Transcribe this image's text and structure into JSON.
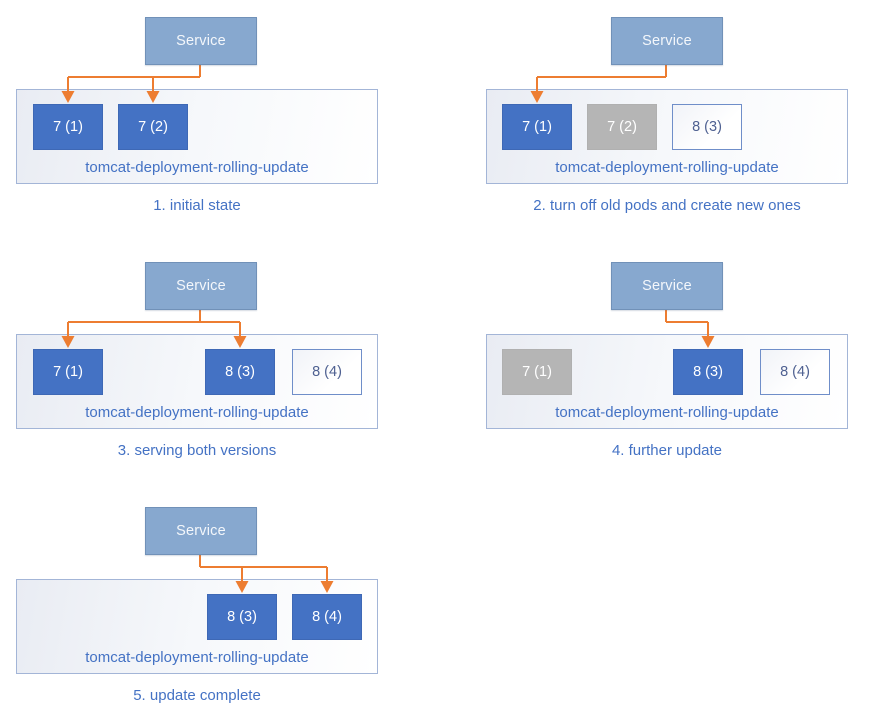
{
  "diagram": {
    "panels": [
      {
        "caption": "1. initial state",
        "service_label": "Service",
        "deployment_label": "tomcat-deployment-rolling-update",
        "pods": [
          {
            "label": "7 (1)",
            "state": "active",
            "receives_traffic": true
          },
          {
            "label": "7 (2)",
            "state": "active",
            "receives_traffic": true
          }
        ]
      },
      {
        "caption": "2. turn off old pods and create new ones",
        "service_label": "Service",
        "deployment_label": "tomcat-deployment-rolling-update",
        "pods": [
          {
            "label": "7 (1)",
            "state": "active",
            "receives_traffic": true
          },
          {
            "label": "7 (2)",
            "state": "stopped",
            "receives_traffic": false
          },
          {
            "label": "8 (3)",
            "state": "new",
            "receives_traffic": false
          }
        ]
      },
      {
        "caption": "3. serving both versions",
        "service_label": "Service",
        "deployment_label": "tomcat-deployment-rolling-update",
        "pods": [
          {
            "label": "7 (1)",
            "state": "active",
            "receives_traffic": true
          },
          {
            "label": "8 (3)",
            "state": "active",
            "receives_traffic": true
          },
          {
            "label": "8 (4)",
            "state": "new",
            "receives_traffic": false
          }
        ]
      },
      {
        "caption": "4. further update",
        "service_label": "Service",
        "deployment_label": "tomcat-deployment-rolling-update",
        "pods": [
          {
            "label": "7 (1)",
            "state": "stopped",
            "receives_traffic": false
          },
          {
            "label": "8 (3)",
            "state": "active",
            "receives_traffic": true
          },
          {
            "label": "8 (4)",
            "state": "new",
            "receives_traffic": false
          }
        ]
      },
      {
        "caption": "5. update complete",
        "service_label": "Service",
        "deployment_label": "tomcat-deployment-rolling-update",
        "pods": [
          {
            "label": "8 (3)",
            "state": "active",
            "receives_traffic": true
          },
          {
            "label": "8 (4)",
            "state": "active",
            "receives_traffic": true
          }
        ]
      }
    ],
    "colors": {
      "pod_active": "#4472C4",
      "pod_stopped": "#B5B5B5",
      "pod_new_border": "#6F8EC9",
      "pod_new_text": "#4E6091",
      "service_fill": "#87A8CF",
      "service_border": "#7191B8",
      "arrow": "#ED7D31",
      "deployment_text": "#4472C4",
      "caption_text": "#4472C4",
      "container_border": "#A3B5D7"
    }
  }
}
